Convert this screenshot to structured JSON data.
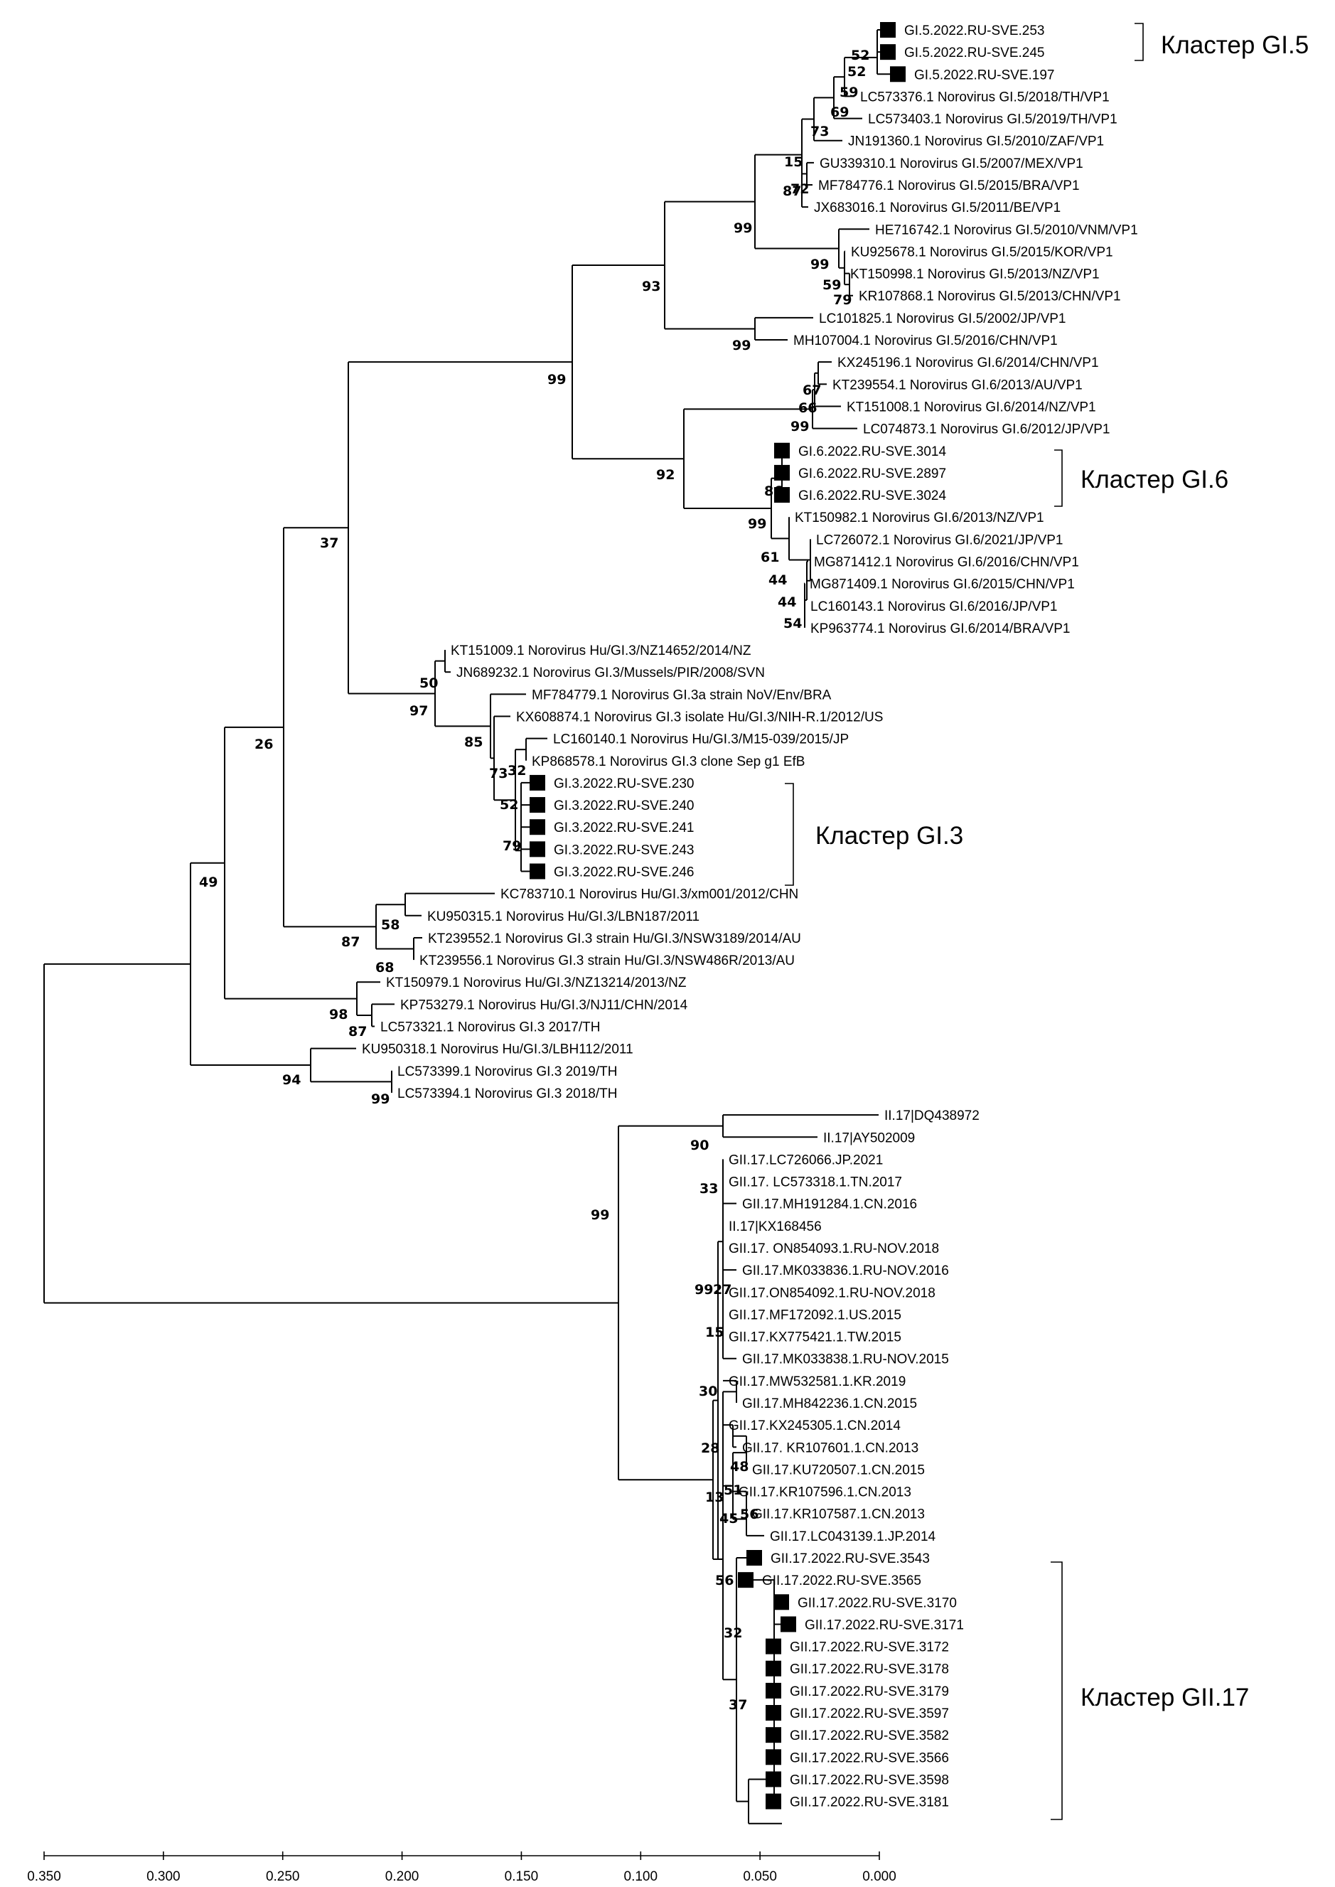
{
  "chart_data": {
    "type": "phylogenetic-tree",
    "title": "",
    "xlabel": "",
    "axis": {
      "ticks": [
        "0.350",
        "0.300",
        "0.250",
        "0.200",
        "0.150",
        "0.100",
        "0.050",
        "0.000"
      ]
    },
    "clusters": {
      "gi5": "Кластер GI.5",
      "gi6": "Кластер GI.6",
      "gi3": "Кластер GI.3",
      "gii17": "Кластер GII.17"
    },
    "bootstrap": {
      "b_gi5_253": "52",
      "b_gi5_245": "52",
      "b_th2018": "59",
      "b_th2019": "69",
      "b_zaf": "73",
      "b_mex": "15",
      "b_bra": "72",
      "b_be": "87",
      "b_gi5_main": "99",
      "b_kor": "99",
      "b_nz13": "59",
      "b_chn13": "79",
      "b_jp02": "99",
      "b_gi5all": "93",
      "b_gi56": "99",
      "b_au13": "67",
      "b_nz14": "66",
      "b_jp12": "99",
      "b_gi6_new": "86",
      "b_gi6_main": "99",
      "b_gi6_jp21": "61",
      "b_gi6_chn16": "44",
      "b_gi6_chn15": "44",
      "b_gi6_jp16": "54",
      "b_gi6": "92",
      "b_gi3_a": "37",
      "b_gi3_nz": "50",
      "b_gi3_mid": "97",
      "b_gi3_bra": "85",
      "b_gi3_us": "73",
      "b_gi3_jp": "32",
      "b_gi3_new1": "52",
      "b_gi3_new2": "79",
      "b_gi3_xm": "58",
      "b_gi3_au": "68",
      "b_gi3_lbn": "87",
      "b_gi_26": "26",
      "b_gi3_nj": "98",
      "b_gi3_th17": "87",
      "b_gi_49": "49",
      "b_gi3_th18": "99",
      "b_gi3_lbh": "94",
      "b_root": "99",
      "b_ii17": "90",
      "b_gii_33": "33",
      "b_gii_99": "99",
      "b_gii_27": "27",
      "b_gii_15": "15",
      "b_gii_30": "30",
      "b_gii_28": "28",
      "b_gii_48": "48",
      "b_gii_51": "51",
      "b_gii_13": "13",
      "b_gii_56b": "56",
      "b_gii_45": "45",
      "b_gii_56": "56",
      "b_gii_32": "32",
      "b_gii_37": "37"
    },
    "leaves": [
      {
        "label": "GI.5.2022.RU-SVE.253",
        "marker": true
      },
      {
        "label": "GI.5.2022.RU-SVE.245",
        "marker": true
      },
      {
        "label": "GI.5.2022.RU-SVE.197",
        "marker": true
      },
      {
        "label": "LC573376.1 Norovirus GI.5/2018/TH/VP1",
        "marker": false
      },
      {
        "label": "LC573403.1 Norovirus GI.5/2019/TH/VP1",
        "marker": false
      },
      {
        "label": "JN191360.1 Norovirus GI.5/2010/ZAF/VP1",
        "marker": false
      },
      {
        "label": "GU339310.1 Norovirus GI.5/2007/MEX/VP1",
        "marker": false
      },
      {
        "label": "MF784776.1 Norovirus GI.5/2015/BRA/VP1",
        "marker": false
      },
      {
        "label": "JX683016.1 Norovirus GI.5/2011/BE/VP1",
        "marker": false
      },
      {
        "label": "HE716742.1 Norovirus GI.5/2010/VNM/VP1",
        "marker": false
      },
      {
        "label": "KU925678.1 Norovirus GI.5/2015/KOR/VP1",
        "marker": false
      },
      {
        "label": "KT150998.1 Norovirus GI.5/2013/NZ/VP1",
        "marker": false
      },
      {
        "label": "KR107868.1 Norovirus GI.5/2013/CHN/VP1",
        "marker": false
      },
      {
        "label": "LC101825.1 Norovirus GI.5/2002/JP/VP1",
        "marker": false
      },
      {
        "label": "MH107004.1 Norovirus GI.5/2016/CHN/VP1",
        "marker": false
      },
      {
        "label": "KX245196.1 Norovirus GI.6/2014/CHN/VP1",
        "marker": false
      },
      {
        "label": "KT239554.1 Norovirus GI.6/2013/AU/VP1",
        "marker": false
      },
      {
        "label": "KT151008.1 Norovirus GI.6/2014/NZ/VP1",
        "marker": false
      },
      {
        "label": "LC074873.1 Norovirus GI.6/2012/JP/VP1",
        "marker": false
      },
      {
        "label": "GI.6.2022.RU-SVE.3014",
        "marker": true
      },
      {
        "label": "GI.6.2022.RU-SVE.2897",
        "marker": true
      },
      {
        "label": "GI.6.2022.RU-SVE.3024",
        "marker": true
      },
      {
        "label": "KT150982.1 Norovirus GI.6/2013/NZ/VP1",
        "marker": false
      },
      {
        "label": "LC726072.1 Norovirus GI.6/2021/JP/VP1",
        "marker": false
      },
      {
        "label": "MG871412.1 Norovirus GI.6/2016/CHN/VP1",
        "marker": false
      },
      {
        "label": "MG871409.1 Norovirus GI.6/2015/CHN/VP1",
        "marker": false
      },
      {
        "label": "LC160143.1 Norovirus GI.6/2016/JP/VP1",
        "marker": false
      },
      {
        "label": "KP963774.1 Norovirus GI.6/2014/BRA/VP1",
        "marker": false
      },
      {
        "label": "KT151009.1 Norovirus Hu/GI.3/NZ14652/2014/NZ",
        "marker": false
      },
      {
        "label": "JN689232.1 Norovirus GI.3/Mussels/PIR/2008/SVN",
        "marker": false
      },
      {
        "label": "MF784779.1 Norovirus GI.3a strain NoV/Env/BRA",
        "marker": false
      },
      {
        "label": "KX608874.1 Norovirus GI.3 isolate Hu/GI.3/NIH-R.1/2012/US",
        "marker": false
      },
      {
        "label": "LC160140.1 Norovirus Hu/GI.3/M15-039/2015/JP",
        "marker": false
      },
      {
        "label": "KP868578.1 Norovirus GI.3 clone Sep g1 EfB",
        "marker": false
      },
      {
        "label": "GI.3.2022.RU-SVE.230",
        "marker": true
      },
      {
        "label": "GI.3.2022.RU-SVE.240",
        "marker": true
      },
      {
        "label": "GI.3.2022.RU-SVE.241",
        "marker": true
      },
      {
        "label": "GI.3.2022.RU-SVE.243",
        "marker": true
      },
      {
        "label": "GI.3.2022.RU-SVE.246",
        "marker": true
      },
      {
        "label": "KC783710.1 Norovirus Hu/GI.3/xm001/2012/CHN",
        "marker": false
      },
      {
        "label": "KU950315.1 Norovirus Hu/GI.3/LBN187/2011",
        "marker": false
      },
      {
        "label": "KT239552.1 Norovirus GI.3 strain Hu/GI.3/NSW3189/2014/AU",
        "marker": false
      },
      {
        "label": "KT239556.1 Norovirus GI.3 strain Hu/GI.3/NSW486R/2013/AU",
        "marker": false
      },
      {
        "label": "KT150979.1 Norovirus Hu/GI.3/NZ13214/2013/NZ",
        "marker": false
      },
      {
        "label": "KP753279.1 Norovirus Hu/GI.3/NJ11/CHN/2014",
        "marker": false
      },
      {
        "label": "LC573321.1 Norovirus GI.3 2017/TH",
        "marker": false
      },
      {
        "label": "KU950318.1 Norovirus Hu/GI.3/LBH112/2011",
        "marker": false
      },
      {
        "label": "LC573399.1 Norovirus GI.3 2019/TH",
        "marker": false
      },
      {
        "label": "LC573394.1 Norovirus GI.3 2018/TH",
        "marker": false
      },
      {
        "label": "II.17|DQ438972",
        "marker": false
      },
      {
        "label": "II.17|AY502009",
        "marker": false
      },
      {
        "label": "GII.17.LC726066.JP.2021",
        "marker": false
      },
      {
        "label": "GII.17. LC573318.1.TN.2017",
        "marker": false
      },
      {
        "label": "GII.17.MH191284.1.CN.2016",
        "marker": false
      },
      {
        "label": "II.17|KX168456",
        "marker": false
      },
      {
        "label": "GII.17. ON854093.1.RU-NOV.2018",
        "marker": false
      },
      {
        "label": "GII.17.MK033836.1.RU-NOV.2016",
        "marker": false
      },
      {
        "label": "GII.17.ON854092.1.RU-NOV.2018",
        "marker": false
      },
      {
        "label": "GII.17.MF172092.1.US.2015",
        "marker": false
      },
      {
        "label": "GII.17.KX775421.1.TW.2015",
        "marker": false
      },
      {
        "label": "GII.17.MK033838.1.RU-NOV.2015",
        "marker": false
      },
      {
        "label": "GII.17.MW532581.1.KR.2019",
        "marker": false
      },
      {
        "label": "GII.17.MH842236.1.CN.2015",
        "marker": false
      },
      {
        "label": "GII.17.KX245305.1.CN.2014",
        "marker": false
      },
      {
        "label": "GII.17. KR107601.1.CN.2013",
        "marker": false
      },
      {
        "label": "GII.17.KU720507.1.CN.2015",
        "marker": false
      },
      {
        "label": "GII.17.KR107596.1.CN.2013",
        "marker": false
      },
      {
        "label": "GII.17.KR107587.1.CN.2013",
        "marker": false
      },
      {
        "label": "GII.17.LC043139.1.JP.2014",
        "marker": false
      },
      {
        "label": "GII.17.2022.RU-SVE.3543",
        "marker": true
      },
      {
        "label": "GII.17.2022.RU-SVE.3565",
        "marker": true
      },
      {
        "label": "GII.17.2022.RU-SVE.3170",
        "marker": true
      },
      {
        "label": "GII.17.2022.RU-SVE.3171",
        "marker": true
      },
      {
        "label": "GII.17.2022.RU-SVE.3172",
        "marker": true
      },
      {
        "label": "GII.17.2022.RU-SVE.3178",
        "marker": true
      },
      {
        "label": "GII.17.2022.RU-SVE.3179",
        "marker": true
      },
      {
        "label": "GII.17.2022.RU-SVE.3597",
        "marker": true
      },
      {
        "label": "GII.17.2022.RU-SVE.3582",
        "marker": true
      },
      {
        "label": "GII.17.2022.RU-SVE.3566",
        "marker": true
      },
      {
        "label": "GII.17.2022.RU-SVE.3598",
        "marker": true
      },
      {
        "label": "GII.17.2022.RU-SVE.3181",
        "marker": true
      }
    ]
  }
}
